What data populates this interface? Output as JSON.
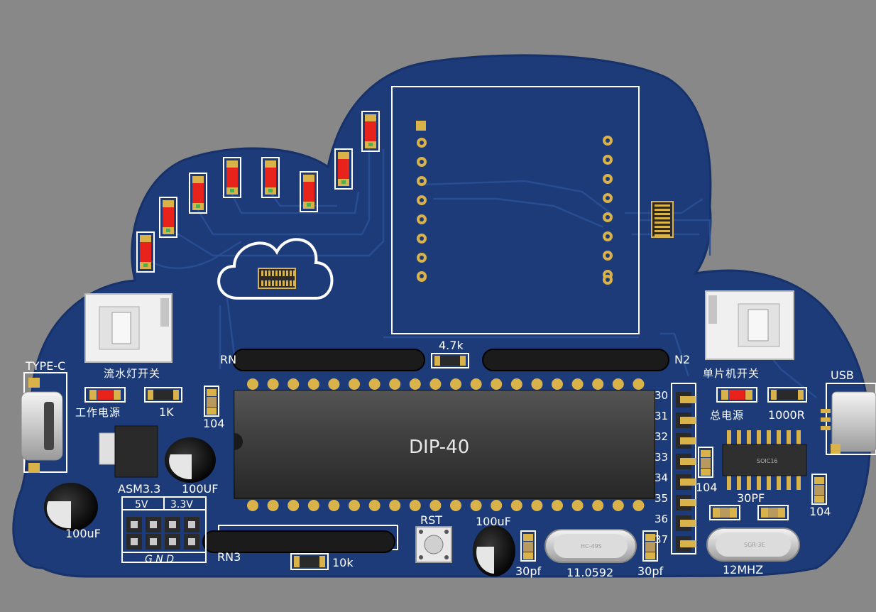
{
  "colors": {
    "background": "#888888",
    "board": "#1c3b78",
    "board_edge": "#17316a",
    "trace": "#2a4f95",
    "silkscreen": "#ffffff",
    "pad_gold": "#d9b24a",
    "led_red": "#e8231b",
    "chip_black": "#2a2a2a",
    "header_gray": "#bfc3c7"
  },
  "labels": {
    "type_c": "TYPE-C",
    "usb": "USB",
    "led_switch": "流水灯开关",
    "mcu_switch": "单片机开关",
    "work_power": "工作电源",
    "total_power": "总电源",
    "r_1k": "1K",
    "r_1000r": "1000R",
    "cap_104_left": "104",
    "cap_104_mid": "104",
    "cap_104_right": "104",
    "asm": "ASM3.3",
    "cap_100uf_upper": "100UF",
    "cap_100uf_left": "100uF",
    "cap_100uf_mid": "100uF",
    "rn1": "RN",
    "rn2": "N2",
    "rn3": "RN3",
    "r_47k": "4.7k",
    "r_10k": "10k",
    "ic_main": "DIP-40",
    "ic_soic": "SOIC16",
    "v5": "5V",
    "v33": "3.3V",
    "gnd": "G N D",
    "rst": "RST",
    "cap_30pf_a": "30pf",
    "cap_30pf_b": "30pf",
    "cap_30pf_c": "30PF",
    "xtal_a": "11.0592",
    "xtal_b": "12MHZ",
    "xtal_a_mark": "HC-49S",
    "xtal_b_mark": "SGR-3E",
    "header_pins": [
      "30",
      "31",
      "32",
      "33",
      "34",
      "35",
      "36",
      "37"
    ]
  }
}
